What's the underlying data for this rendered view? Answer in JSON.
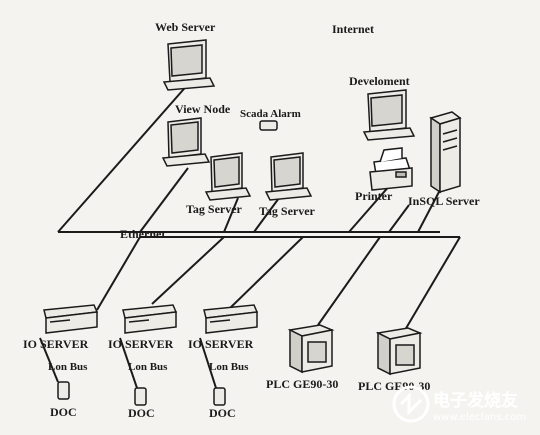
{
  "diagram": {
    "labels": {
      "web_server": "Web Server",
      "internet": "Internet",
      "develoment": "Develoment",
      "view_node": "View Node",
      "scada_alarm": "Scada Alarm",
      "tag_server_1": "Tag Server",
      "tag_server_2": "Tag Server",
      "printer": "Printer",
      "insql_server": "InSQL Server",
      "ethernet": "Ethernet",
      "io_server_1": "IO  SERVER",
      "io_server_2": "IO  SERVER",
      "io_server_3": "IO  SERVER",
      "lon_bus_1": "Lon Bus",
      "lon_bus_2": "Lon Bus",
      "lon_bus_3": "Lon Bus",
      "doc_1": "DOC",
      "doc_2": "DOC",
      "doc_3": "DOC",
      "plc_1": "PLC GE90-30",
      "plc_2": "PLC GE90-30"
    }
  },
  "watermark": {
    "text": "电子发烧友",
    "url": "www.elecfans.com"
  },
  "colors": {
    "background": "#f4f3ef",
    "line": "#1b1b1b",
    "device_fill": "#ecebe6"
  }
}
